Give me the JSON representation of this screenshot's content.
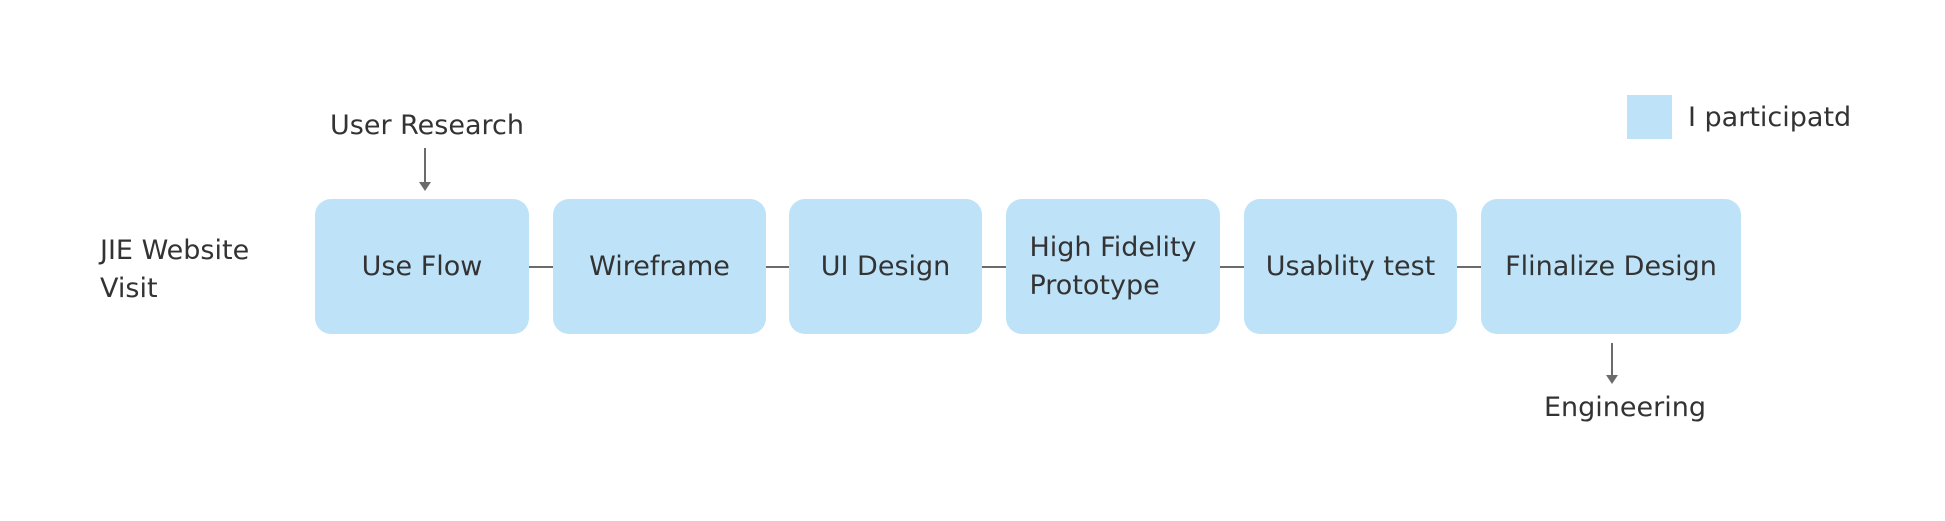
{
  "diagram": {
    "row_label": [
      "JIE Website",
      "Visit"
    ],
    "steps": [
      {
        "lines": [
          "Use Flow"
        ]
      },
      {
        "lines": [
          "Wireframe"
        ]
      },
      {
        "lines": [
          "UI Design"
        ]
      },
      {
        "lines": [
          "High Fidelity",
          "Prototype"
        ]
      },
      {
        "lines": [
          "Usablity test"
        ]
      },
      {
        "lines": [
          "Flinalize Design"
        ]
      }
    ],
    "input_label": "User Research",
    "output_label": "Engineering",
    "legend": {
      "label": "I participatd",
      "color": "#bee3f8"
    },
    "colors": {
      "box_fill": "#bee3f8",
      "connector": "#6b6b6b",
      "text": "#333333"
    }
  }
}
